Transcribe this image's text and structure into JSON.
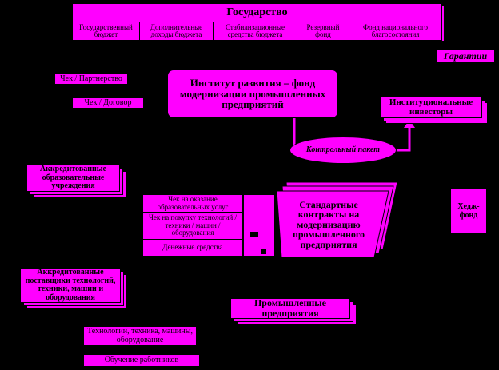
{
  "state": {
    "title": "Государство",
    "items": [
      "Государственный бюджет",
      "Дополнительные доходы бюджета",
      "Стабилизационные средства бюджета",
      "Резервный фонд",
      "Фонд национального благосостояния"
    ]
  },
  "guarantees": "Гарантии",
  "labels": {
    "partnership": "Чек / Партнерство",
    "contract": "Чек / Договор"
  },
  "institute": "Институт развития – фонд модернизации промышленных предприятий",
  "investors": "Институциональные инвесторы",
  "control": "Контрольный пакет",
  "edu": "Аккредитованные образовательные учреждения",
  "checks": [
    "Чек на оказание образовательных услуг",
    "Чек на покупку технологий / техники / машин / оборудования",
    "Денежные средства"
  ],
  "contracts": "Стандартные контракты на модернизацию промышленного предприятия",
  "hedge": "Хедж-фонд",
  "suppliers": "Аккредитованные поставщики технологий, техники, машин и оборудования",
  "enterprises": "Промышленные предприятия",
  "tech": "Технологии, техника, машины, оборудование",
  "training": "Обучение работников",
  "colors": {
    "bg": "#000000",
    "box": "#ff00ff",
    "line": "#ff00ff"
  }
}
